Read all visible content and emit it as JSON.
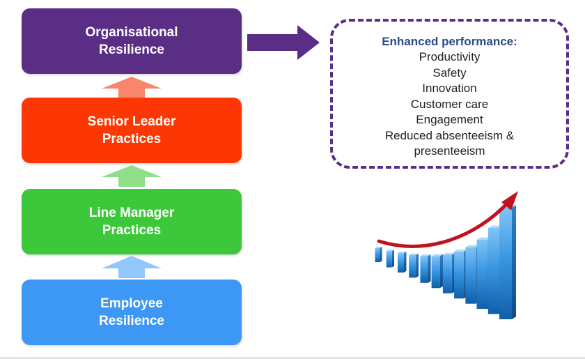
{
  "diagram": {
    "levels": [
      {
        "label": "Organisational\nResilience",
        "color": "#5b2e86"
      },
      {
        "label": "Senior Leader\nPractices",
        "color": "#fd3704"
      },
      {
        "label": "Line Manager\nPractices",
        "color": "#3cc83a"
      },
      {
        "label": "Employee\nResilience",
        "color": "#3d97f5"
      }
    ],
    "connectors": [
      {
        "color": "#f9866a"
      },
      {
        "color": "#8edf8a"
      },
      {
        "color": "#93c6fa"
      }
    ],
    "pointer_color": "#5b2e86",
    "outcomes": {
      "heading": "Enhanced performance:",
      "items": [
        "Productivity",
        "Safety",
        "Innovation",
        "Customer care",
        "Engagement",
        "Reduced absenteeism &\npresenteeism"
      ]
    },
    "growth_graphic": {
      "trend": [
        0.08,
        0.1,
        0.13,
        0.16,
        0.2,
        0.25,
        0.31,
        0.39,
        0.48,
        0.6,
        0.76,
        1.0
      ],
      "bar_color": "#3b97e3",
      "arrow_color": "#c1121f"
    }
  }
}
